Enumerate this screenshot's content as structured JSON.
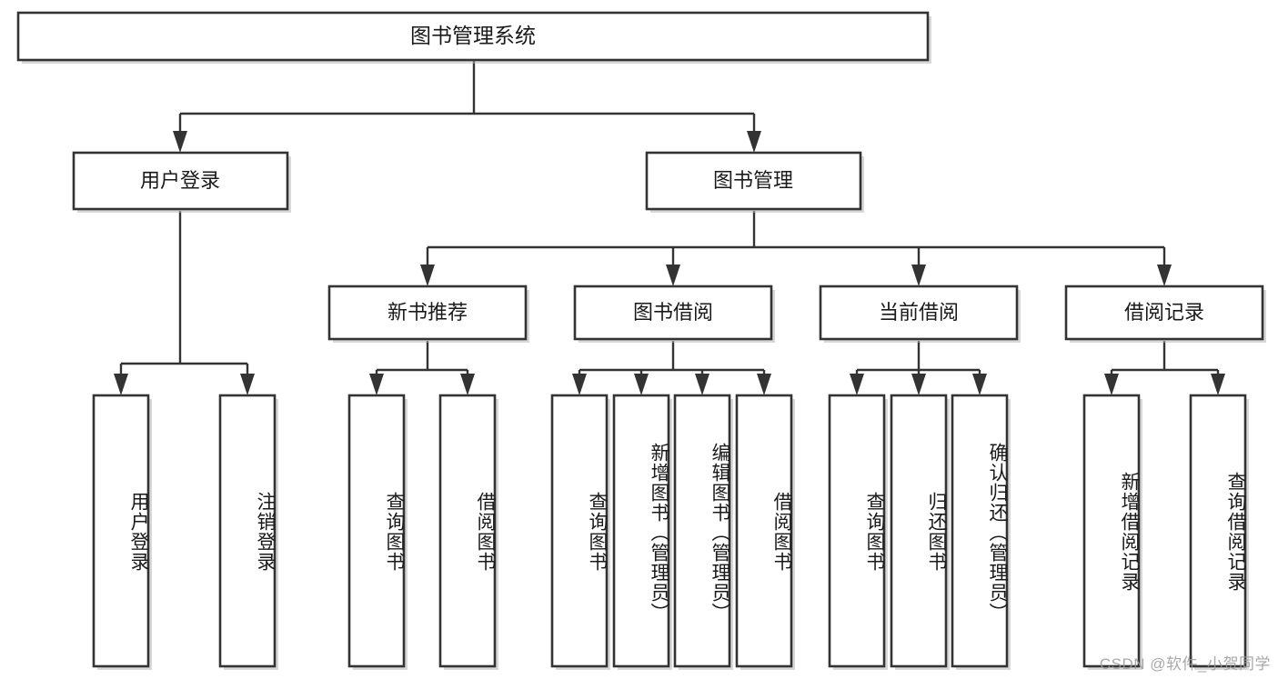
{
  "diagram": {
    "title": "图书管理系统",
    "type": "tree-hierarchy-diagram",
    "root": {
      "id": "root",
      "label": "图书管理系统"
    },
    "level2": [
      {
        "id": "user-login",
        "label": "用户登录"
      },
      {
        "id": "book-manage",
        "label": "图书管理"
      }
    ],
    "level3": [
      {
        "id": "new-book-recommend",
        "label": "新书推荐"
      },
      {
        "id": "book-borrow",
        "label": "图书借阅"
      },
      {
        "id": "current-borrow",
        "label": "当前借阅"
      },
      {
        "id": "borrow-record",
        "label": "借阅记录"
      }
    ],
    "leaves": {
      "user-login": [
        {
          "id": "leaf-user-login",
          "label": "用户登录"
        },
        {
          "id": "leaf-user-logout",
          "label": "注销登录"
        }
      ],
      "new-book-recommend": [
        {
          "id": "leaf-query-book-1",
          "label": "查询图书"
        },
        {
          "id": "leaf-borrow-book-1",
          "label": "借阅图书"
        }
      ],
      "book-borrow": [
        {
          "id": "leaf-query-book-2",
          "label": "查询图书"
        },
        {
          "id": "leaf-add-book",
          "label": "新增图书（管理员）"
        },
        {
          "id": "leaf-edit-book",
          "label": "编辑图书（管理员）"
        },
        {
          "id": "leaf-borrow-book-2",
          "label": "借阅图书"
        }
      ],
      "current-borrow": [
        {
          "id": "leaf-query-book-3",
          "label": "查询图书"
        },
        {
          "id": "leaf-return-book",
          "label": "归还图书"
        },
        {
          "id": "leaf-confirm-return",
          "label": "确认归还（管理员）"
        }
      ],
      "borrow-record": [
        {
          "id": "leaf-add-record",
          "label": "新增借阅记录"
        },
        {
          "id": "leaf-query-record",
          "label": "查询借阅记录"
        }
      ]
    },
    "watermark": "CSDN @软件_小贺同学",
    "colors": {
      "box_stroke": "#333333",
      "box_fill": "#ffffff",
      "line": "#333333",
      "text": "#1a1a1a",
      "watermark": "#9a9a9a",
      "background": "#ffffff"
    }
  }
}
